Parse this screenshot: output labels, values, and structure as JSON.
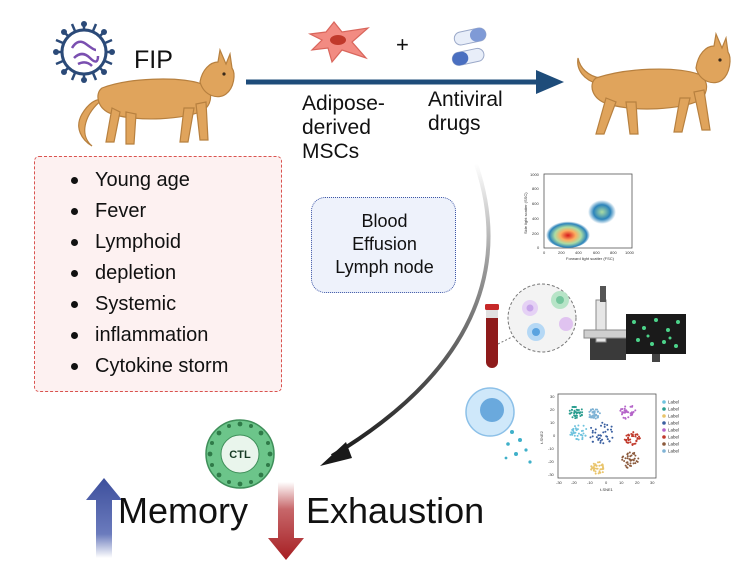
{
  "disease": {
    "label": "FIP"
  },
  "treatment": {
    "msc_label": [
      "Adipose-",
      "derived",
      "MSCs"
    ],
    "plus": "+",
    "drug_label": [
      "Antiviral",
      "drugs"
    ]
  },
  "features": [
    "Young age",
    "Fever",
    "Lymphoid",
    "depletion",
    "Systemic",
    "inflammation",
    "Cytokine storm"
  ],
  "samples": [
    "Blood",
    "Effusion",
    "Lymph node"
  ],
  "cell": {
    "label": "CTL"
  },
  "outcomes": {
    "memory": "Memory",
    "exhaustion": "Exhaustion"
  },
  "flow_plot": {
    "ylabel": "Side light scatter (SSC)",
    "xlabel": "Forward light scatter (FSC)",
    "yticks": [
      "1000",
      "800",
      "600",
      "400",
      "200",
      "0"
    ],
    "xticks": [
      "0",
      "200",
      "400",
      "600",
      "800",
      "1000"
    ]
  },
  "tsne_plot": {
    "xlabel": "t-SNE1",
    "ylabel": "t-SNE2",
    "yticks": [
      "30",
      "20",
      "10",
      "0",
      "-10",
      "-20",
      "-30"
    ],
    "xticks": [
      "-30",
      "-20",
      "-10",
      "0",
      "10",
      "20",
      "30"
    ],
    "legend": [
      "Label",
      "Label",
      "Label",
      "Label",
      "Label",
      "Label",
      "Label",
      "Label"
    ],
    "colors": [
      "#6fc3de",
      "#2a9d8f",
      "#e9c46a",
      "#3a5fa0",
      "#b565c9",
      "#c0392b",
      "#8b5a3c",
      "#7fb3d5"
    ]
  },
  "colors": {
    "arrow": "#1e4c7a",
    "memory_arrow": "#3d4f9c",
    "exhaustion_arrow": "#a61e22",
    "cat": "#e0a45c",
    "cell": "#6cc58a"
  }
}
